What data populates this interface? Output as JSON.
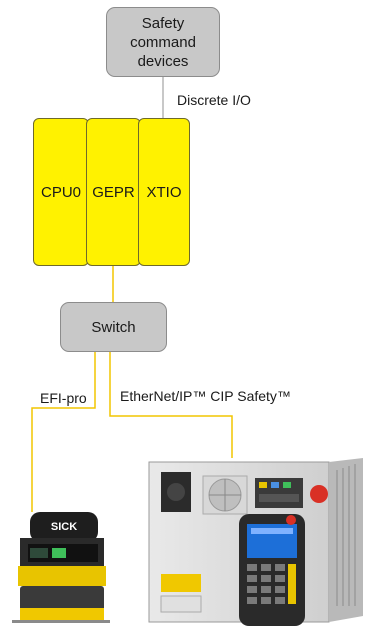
{
  "nodes": {
    "safety_command": "Safety\ncommand\ndevices",
    "cpu0": "CPU0",
    "gepr": "GEPR",
    "xtio": "XTIO",
    "switch": "Switch"
  },
  "links": {
    "discrete_io": "Discrete I/O",
    "efi_pro": "EFI-pro",
    "ethernet_ip": "EtherNet/IP™ CIP Safety™"
  },
  "devices": {
    "scanner_brand": "SICK"
  },
  "colors": {
    "module_fill": "#fff200",
    "node_fill": "#c8c8c8",
    "wire": "#f2c500",
    "wire_gray": "#b5b5b5"
  }
}
